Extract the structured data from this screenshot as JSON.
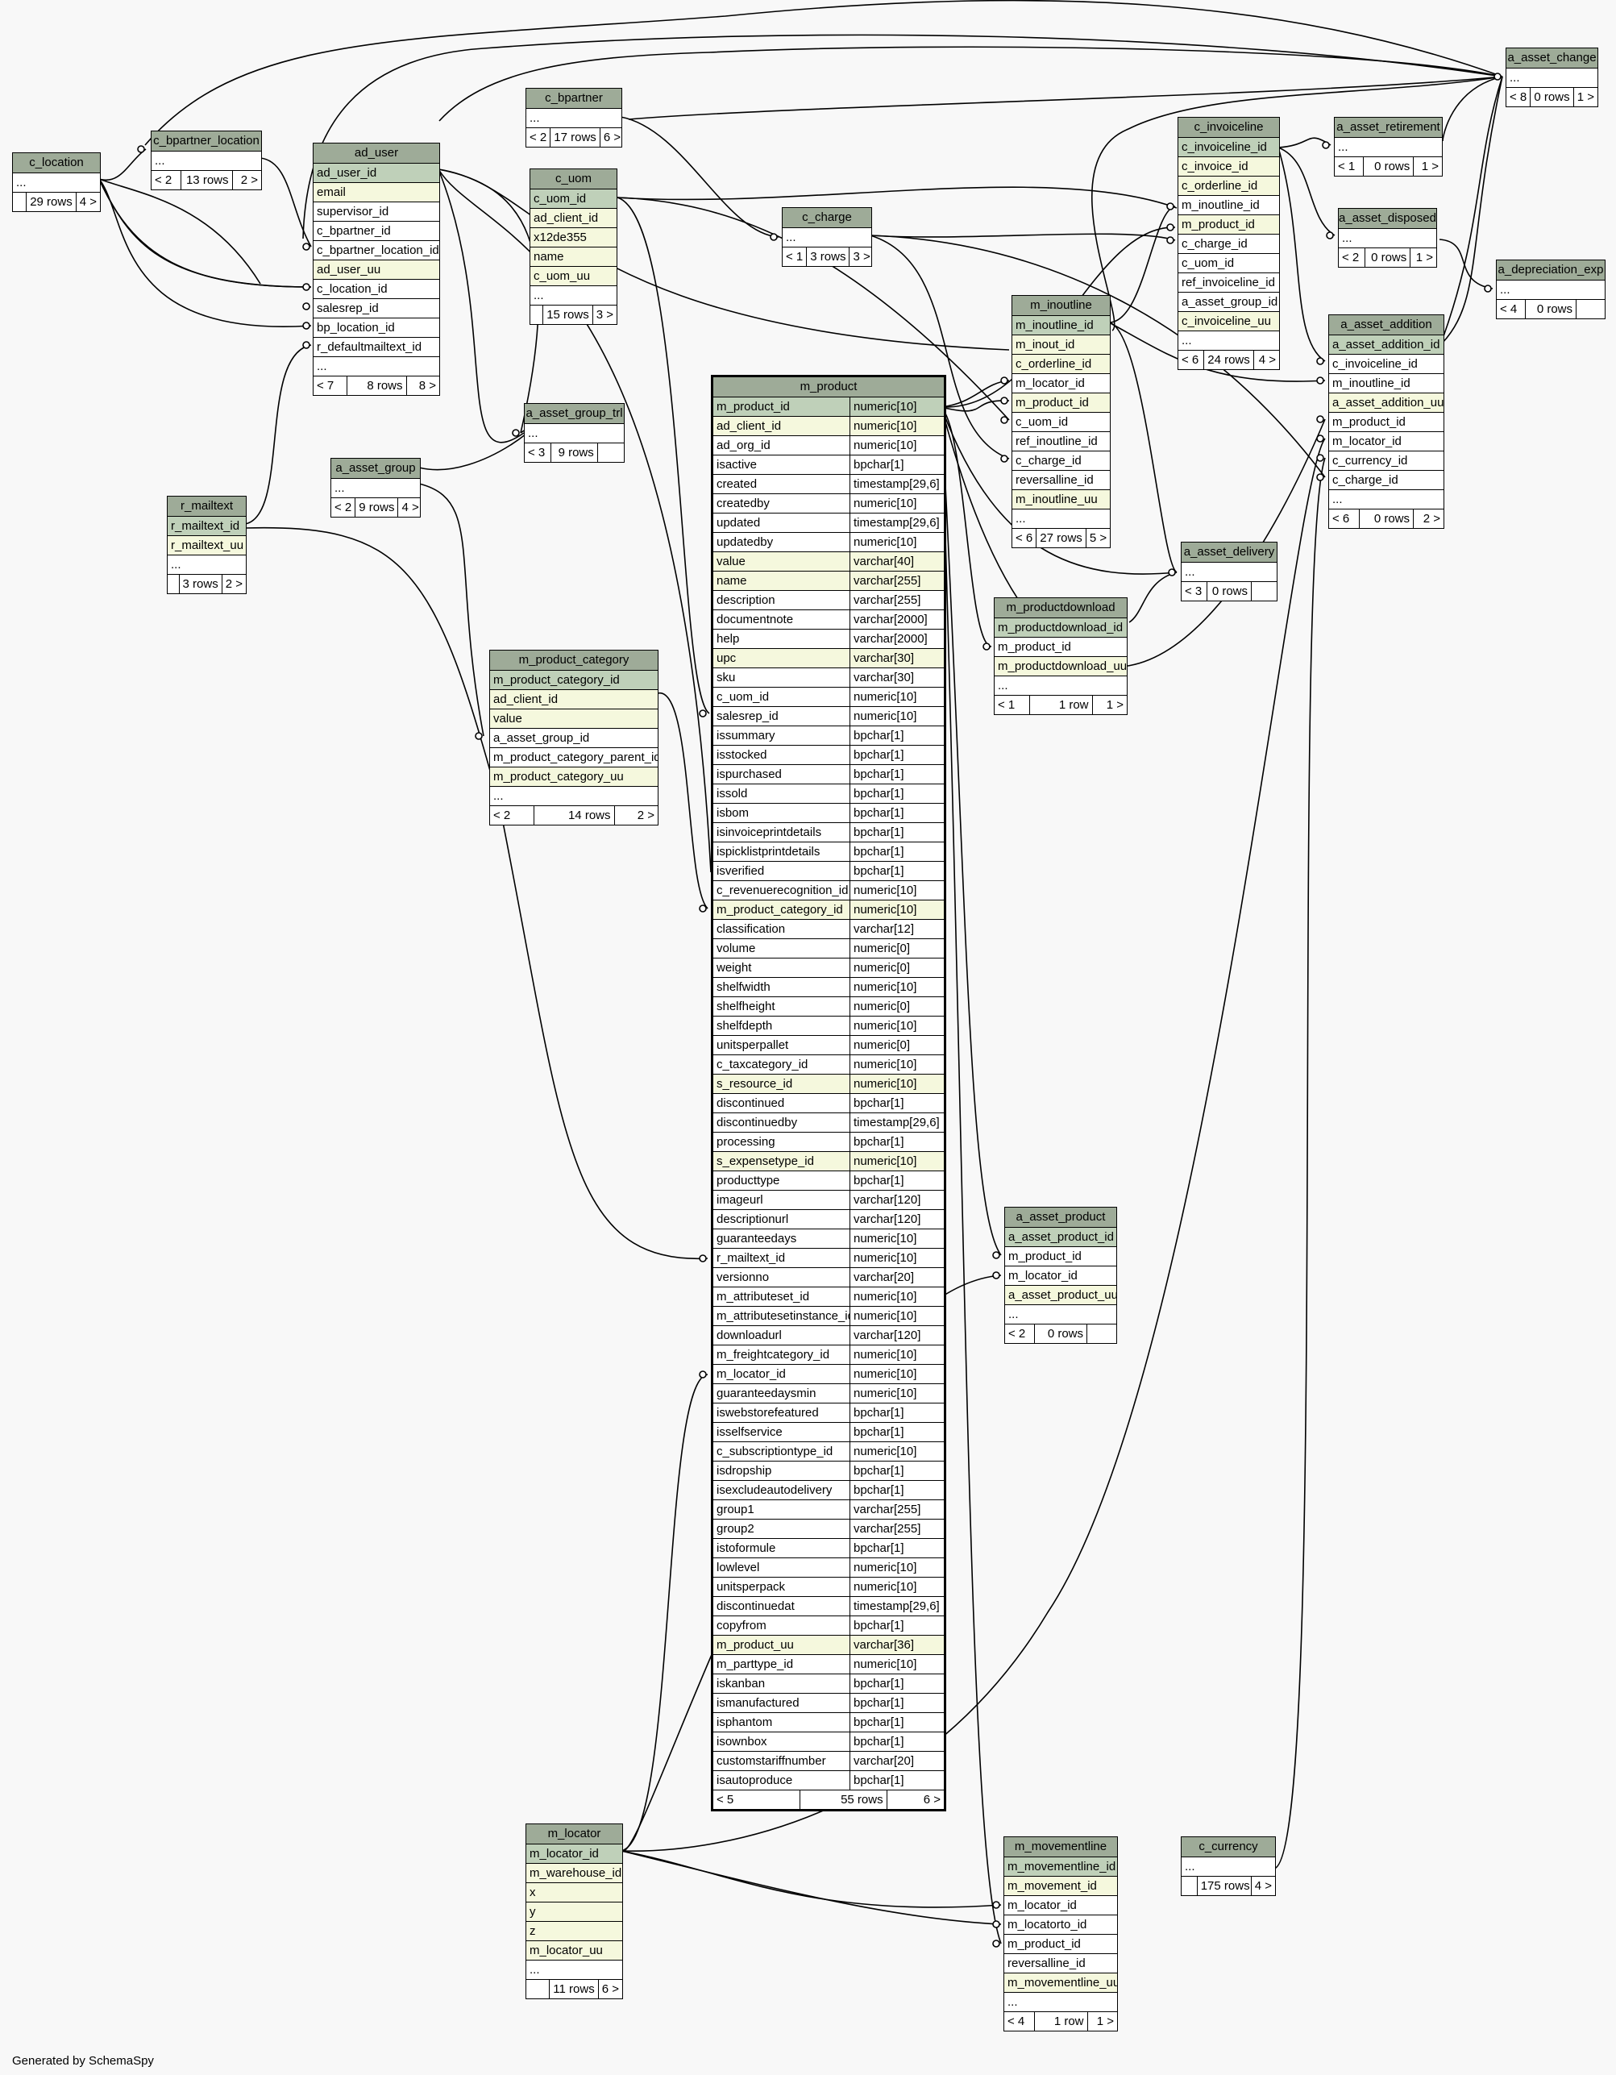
{
  "generator": "Generated by SchemaSpy",
  "tables": {
    "c_location": {
      "title": "c_location",
      "rows": [
        {
          "n": "...",
          "k": "plain"
        }
      ],
      "footer": [
        "",
        "29 rows",
        "4 >"
      ]
    },
    "c_bpartner_location": {
      "title": "c_bpartner_location",
      "rows": [
        {
          "n": "...",
          "k": "plain"
        }
      ],
      "footer": [
        "< 2",
        "13 rows",
        "2 >"
      ]
    },
    "ad_user": {
      "title": "ad_user",
      "rows": [
        {
          "n": "ad_user_id",
          "k": "pk"
        },
        {
          "n": "email",
          "k": "idx"
        },
        {
          "n": "supervisor_id",
          "k": "plain"
        },
        {
          "n": "c_bpartner_id",
          "k": "plain"
        },
        {
          "n": "c_bpartner_location_id",
          "k": "plain"
        },
        {
          "n": "ad_user_uu",
          "k": "idx"
        },
        {
          "n": "c_location_id",
          "k": "plain"
        },
        {
          "n": "salesrep_id",
          "k": "plain"
        },
        {
          "n": "bp_location_id",
          "k": "plain"
        },
        {
          "n": "r_defaultmailtext_id",
          "k": "plain"
        },
        {
          "n": "...",
          "k": "plain"
        }
      ],
      "footer": [
        "< 7",
        "8 rows",
        "8 >"
      ]
    },
    "c_bpartner": {
      "title": "c_bpartner",
      "rows": [
        {
          "n": "...",
          "k": "plain"
        }
      ],
      "footer": [
        "< 2",
        "17 rows",
        "6 >"
      ]
    },
    "c_uom": {
      "title": "c_uom",
      "rows": [
        {
          "n": "c_uom_id",
          "k": "pk"
        },
        {
          "n": "ad_client_id",
          "k": "idx"
        },
        {
          "n": "x12de355",
          "k": "idx"
        },
        {
          "n": "name",
          "k": "idx"
        },
        {
          "n": "c_uom_uu",
          "k": "idx"
        },
        {
          "n": "...",
          "k": "plain"
        }
      ],
      "footer": [
        "",
        "15 rows",
        "3 >"
      ]
    },
    "c_charge": {
      "title": "c_charge",
      "rows": [
        {
          "n": "...",
          "k": "plain"
        }
      ],
      "footer": [
        "< 1",
        "3 rows",
        "3 >"
      ]
    },
    "c_invoiceline": {
      "title": "c_invoiceline",
      "rows": [
        {
          "n": "c_invoiceline_id",
          "k": "pk"
        },
        {
          "n": "c_invoice_id",
          "k": "idx"
        },
        {
          "n": "c_orderline_id",
          "k": "idx"
        },
        {
          "n": "m_inoutline_id",
          "k": "plain"
        },
        {
          "n": "m_product_id",
          "k": "idx"
        },
        {
          "n": "c_charge_id",
          "k": "plain"
        },
        {
          "n": "c_uom_id",
          "k": "plain"
        },
        {
          "n": "ref_invoiceline_id",
          "k": "plain"
        },
        {
          "n": "a_asset_group_id",
          "k": "plain"
        },
        {
          "n": "c_invoiceline_uu",
          "k": "idx"
        },
        {
          "n": "...",
          "k": "plain"
        }
      ],
      "footer": [
        "< 6",
        "24 rows",
        "4 >"
      ]
    },
    "a_asset_change": {
      "title": "a_asset_change",
      "rows": [
        {
          "n": "...",
          "k": "plain"
        }
      ],
      "footer": [
        "< 8",
        "0 rows",
        "1 >"
      ]
    },
    "a_asset_retirement": {
      "title": "a_asset_retirement",
      "rows": [
        {
          "n": "...",
          "k": "plain"
        }
      ],
      "footer": [
        "< 1",
        "0 rows",
        "1 >"
      ]
    },
    "a_asset_disposed": {
      "title": "a_asset_disposed",
      "rows": [
        {
          "n": "...",
          "k": "plain"
        }
      ],
      "footer": [
        "< 2",
        "0 rows",
        "1 >"
      ]
    },
    "a_depreciation_exp": {
      "title": "a_depreciation_exp",
      "rows": [
        {
          "n": "...",
          "k": "plain"
        }
      ],
      "footer": [
        "< 4",
        "0 rows",
        ""
      ]
    },
    "a_asset_addition": {
      "title": "a_asset_addition",
      "rows": [
        {
          "n": "a_asset_addition_id",
          "k": "pk"
        },
        {
          "n": "c_invoiceline_id",
          "k": "plain"
        },
        {
          "n": "m_inoutline_id",
          "k": "plain"
        },
        {
          "n": "a_asset_addition_uu",
          "k": "idx"
        },
        {
          "n": "m_product_id",
          "k": "plain"
        },
        {
          "n": "m_locator_id",
          "k": "plain"
        },
        {
          "n": "c_currency_id",
          "k": "plain"
        },
        {
          "n": "c_charge_id",
          "k": "plain"
        },
        {
          "n": "...",
          "k": "plain"
        }
      ],
      "footer": [
        "< 6",
        "0 rows",
        "2 >"
      ]
    },
    "m_inoutline": {
      "title": "m_inoutline",
      "rows": [
        {
          "n": "m_inoutline_id",
          "k": "pk"
        },
        {
          "n": "m_inout_id",
          "k": "idx"
        },
        {
          "n": "c_orderline_id",
          "k": "idx"
        },
        {
          "n": "m_locator_id",
          "k": "plain"
        },
        {
          "n": "m_product_id",
          "k": "idx"
        },
        {
          "n": "c_uom_id",
          "k": "plain"
        },
        {
          "n": "ref_inoutline_id",
          "k": "plain"
        },
        {
          "n": "c_charge_id",
          "k": "plain"
        },
        {
          "n": "reversalline_id",
          "k": "plain"
        },
        {
          "n": "m_inoutline_uu",
          "k": "idx"
        },
        {
          "n": "...",
          "k": "plain"
        }
      ],
      "footer": [
        "< 6",
        "27 rows",
        "5 >"
      ]
    },
    "a_asset_group_trl": {
      "title": "a_asset_group_trl",
      "rows": [
        {
          "n": "...",
          "k": "plain"
        }
      ],
      "footer": [
        "< 3",
        "9 rows",
        ""
      ]
    },
    "a_asset_group": {
      "title": "a_asset_group",
      "rows": [
        {
          "n": "...",
          "k": "plain"
        }
      ],
      "footer": [
        "< 2",
        "9 rows",
        "4 >"
      ]
    },
    "r_mailtext": {
      "title": "r_mailtext",
      "rows": [
        {
          "n": "r_mailtext_id",
          "k": "pk"
        },
        {
          "n": "r_mailtext_uu",
          "k": "idx"
        },
        {
          "n": "...",
          "k": "plain"
        }
      ],
      "footer": [
        "",
        "3 rows",
        "2 >"
      ]
    },
    "m_product_category": {
      "title": "m_product_category",
      "rows": [
        {
          "n": "m_product_category_id",
          "k": "pk"
        },
        {
          "n": "ad_client_id",
          "k": "idx"
        },
        {
          "n": "value",
          "k": "idx"
        },
        {
          "n": "a_asset_group_id",
          "k": "plain"
        },
        {
          "n": "m_product_category_parent_id",
          "k": "plain"
        },
        {
          "n": "m_product_category_uu",
          "k": "idx"
        },
        {
          "n": "...",
          "k": "plain"
        }
      ],
      "footer": [
        "< 2",
        "14 rows",
        "2 >"
      ]
    },
    "a_asset_delivery": {
      "title": "a_asset_delivery",
      "rows": [
        {
          "n": "...",
          "k": "plain"
        }
      ],
      "footer": [
        "< 3",
        "0 rows",
        ""
      ]
    },
    "m_productdownload": {
      "title": "m_productdownload",
      "rows": [
        {
          "n": "m_productdownload_id",
          "k": "pk"
        },
        {
          "n": "m_product_id",
          "k": "plain"
        },
        {
          "n": "m_productdownload_uu",
          "k": "idx"
        },
        {
          "n": "...",
          "k": "plain"
        }
      ],
      "footer": [
        "< 1",
        "1 row",
        "1 >"
      ]
    },
    "a_asset_product": {
      "title": "a_asset_product",
      "rows": [
        {
          "n": "a_asset_product_id",
          "k": "pk"
        },
        {
          "n": "m_product_id",
          "k": "plain"
        },
        {
          "n": "m_locator_id",
          "k": "plain"
        },
        {
          "n": "a_asset_product_uu",
          "k": "idx"
        },
        {
          "n": "...",
          "k": "plain"
        }
      ],
      "footer": [
        "< 2",
        "0 rows",
        ""
      ]
    },
    "m_locator": {
      "title": "m_locator",
      "rows": [
        {
          "n": "m_locator_id",
          "k": "pk"
        },
        {
          "n": "m_warehouse_id",
          "k": "idx"
        },
        {
          "n": "x",
          "k": "idx"
        },
        {
          "n": "y",
          "k": "idx"
        },
        {
          "n": "z",
          "k": "idx"
        },
        {
          "n": "m_locator_uu",
          "k": "idx"
        },
        {
          "n": "...",
          "k": "plain"
        }
      ],
      "footer": [
        "",
        "11 rows",
        "6 >"
      ]
    },
    "m_movementline": {
      "title": "m_movementline",
      "rows": [
        {
          "n": "m_movementline_id",
          "k": "pk"
        },
        {
          "n": "m_movement_id",
          "k": "idx"
        },
        {
          "n": "m_locator_id",
          "k": "plain"
        },
        {
          "n": "m_locatorto_id",
          "k": "plain"
        },
        {
          "n": "m_product_id",
          "k": "plain"
        },
        {
          "n": "reversalline_id",
          "k": "plain"
        },
        {
          "n": "m_movementline_uu",
          "k": "idx"
        },
        {
          "n": "...",
          "k": "plain"
        }
      ],
      "footer": [
        "< 4",
        "1 row",
        "1 >"
      ]
    },
    "c_currency": {
      "title": "c_currency",
      "rows": [
        {
          "n": "...",
          "k": "plain"
        }
      ],
      "footer": [
        "",
        "175 rows",
        "4 >"
      ]
    },
    "m_product": {
      "title": "m_product",
      "rows": [
        {
          "n": "m_product_id",
          "t": "numeric[10]",
          "k": "pk"
        },
        {
          "n": "ad_client_id",
          "t": "numeric[10]",
          "k": "idx"
        },
        {
          "n": "ad_org_id",
          "t": "numeric[10]",
          "k": "plain"
        },
        {
          "n": "isactive",
          "t": "bpchar[1]",
          "k": "plain"
        },
        {
          "n": "created",
          "t": "timestamp[29,6]",
          "k": "plain"
        },
        {
          "n": "createdby",
          "t": "numeric[10]",
          "k": "plain"
        },
        {
          "n": "updated",
          "t": "timestamp[29,6]",
          "k": "plain"
        },
        {
          "n": "updatedby",
          "t": "numeric[10]",
          "k": "plain"
        },
        {
          "n": "value",
          "t": "varchar[40]",
          "k": "idx"
        },
        {
          "n": "name",
          "t": "varchar[255]",
          "k": "idx"
        },
        {
          "n": "description",
          "t": "varchar[255]",
          "k": "plain"
        },
        {
          "n": "documentnote",
          "t": "varchar[2000]",
          "k": "plain"
        },
        {
          "n": "help",
          "t": "varchar[2000]",
          "k": "plain"
        },
        {
          "n": "upc",
          "t": "varchar[30]",
          "k": "idx"
        },
        {
          "n": "sku",
          "t": "varchar[30]",
          "k": "plain"
        },
        {
          "n": "c_uom_id",
          "t": "numeric[10]",
          "k": "plain"
        },
        {
          "n": "salesrep_id",
          "t": "numeric[10]",
          "k": "plain"
        },
        {
          "n": "issummary",
          "t": "bpchar[1]",
          "k": "plain"
        },
        {
          "n": "isstocked",
          "t": "bpchar[1]",
          "k": "plain"
        },
        {
          "n": "ispurchased",
          "t": "bpchar[1]",
          "k": "plain"
        },
        {
          "n": "issold",
          "t": "bpchar[1]",
          "k": "plain"
        },
        {
          "n": "isbom",
          "t": "bpchar[1]",
          "k": "plain"
        },
        {
          "n": "isinvoiceprintdetails",
          "t": "bpchar[1]",
          "k": "plain"
        },
        {
          "n": "ispicklistprintdetails",
          "t": "bpchar[1]",
          "k": "plain"
        },
        {
          "n": "isverified",
          "t": "bpchar[1]",
          "k": "plain"
        },
        {
          "n": "c_revenuerecognition_id",
          "t": "numeric[10]",
          "k": "plain"
        },
        {
          "n": "m_product_category_id",
          "t": "numeric[10]",
          "k": "idx"
        },
        {
          "n": "classification",
          "t": "varchar[12]",
          "k": "plain"
        },
        {
          "n": "volume",
          "t": "numeric[0]",
          "k": "plain"
        },
        {
          "n": "weight",
          "t": "numeric[0]",
          "k": "plain"
        },
        {
          "n": "shelfwidth",
          "t": "numeric[10]",
          "k": "plain"
        },
        {
          "n": "shelfheight",
          "t": "numeric[0]",
          "k": "plain"
        },
        {
          "n": "shelfdepth",
          "t": "numeric[10]",
          "k": "plain"
        },
        {
          "n": "unitsperpallet",
          "t": "numeric[0]",
          "k": "plain"
        },
        {
          "n": "c_taxcategory_id",
          "t": "numeric[10]",
          "k": "plain"
        },
        {
          "n": "s_resource_id",
          "t": "numeric[10]",
          "k": "idx"
        },
        {
          "n": "discontinued",
          "t": "bpchar[1]",
          "k": "plain"
        },
        {
          "n": "discontinuedby",
          "t": "timestamp[29,6]",
          "k": "plain"
        },
        {
          "n": "processing",
          "t": "bpchar[1]",
          "k": "plain"
        },
        {
          "n": "s_expensetype_id",
          "t": "numeric[10]",
          "k": "idx"
        },
        {
          "n": "producttype",
          "t": "bpchar[1]",
          "k": "plain"
        },
        {
          "n": "imageurl",
          "t": "varchar[120]",
          "k": "plain"
        },
        {
          "n": "descriptionurl",
          "t": "varchar[120]",
          "k": "plain"
        },
        {
          "n": "guaranteedays",
          "t": "numeric[10]",
          "k": "plain"
        },
        {
          "n": "r_mailtext_id",
          "t": "numeric[10]",
          "k": "plain"
        },
        {
          "n": "versionno",
          "t": "varchar[20]",
          "k": "plain"
        },
        {
          "n": "m_attributeset_id",
          "t": "numeric[10]",
          "k": "plain"
        },
        {
          "n": "m_attributesetinstance_id",
          "t": "numeric[10]",
          "k": "plain"
        },
        {
          "n": "downloadurl",
          "t": "varchar[120]",
          "k": "plain"
        },
        {
          "n": "m_freightcategory_id",
          "t": "numeric[10]",
          "k": "plain"
        },
        {
          "n": "m_locator_id",
          "t": "numeric[10]",
          "k": "plain"
        },
        {
          "n": "guaranteedaysmin",
          "t": "numeric[10]",
          "k": "plain"
        },
        {
          "n": "iswebstorefeatured",
          "t": "bpchar[1]",
          "k": "plain"
        },
        {
          "n": "isselfservice",
          "t": "bpchar[1]",
          "k": "plain"
        },
        {
          "n": "c_subscriptiontype_id",
          "t": "numeric[10]",
          "k": "plain"
        },
        {
          "n": "isdropship",
          "t": "bpchar[1]",
          "k": "plain"
        },
        {
          "n": "isexcludeautodelivery",
          "t": "bpchar[1]",
          "k": "plain"
        },
        {
          "n": "group1",
          "t": "varchar[255]",
          "k": "plain"
        },
        {
          "n": "group2",
          "t": "varchar[255]",
          "k": "plain"
        },
        {
          "n": "istoformule",
          "t": "bpchar[1]",
          "k": "plain"
        },
        {
          "n": "lowlevel",
          "t": "numeric[10]",
          "k": "plain"
        },
        {
          "n": "unitsperpack",
          "t": "numeric[10]",
          "k": "plain"
        },
        {
          "n": "discontinuedat",
          "t": "timestamp[29,6]",
          "k": "plain"
        },
        {
          "n": "copyfrom",
          "t": "bpchar[1]",
          "k": "plain"
        },
        {
          "n": "m_product_uu",
          "t": "varchar[36]",
          "k": "idx"
        },
        {
          "n": "m_parttype_id",
          "t": "numeric[10]",
          "k": "plain"
        },
        {
          "n": "iskanban",
          "t": "bpchar[1]",
          "k": "plain"
        },
        {
          "n": "ismanufactured",
          "t": "bpchar[1]",
          "k": "plain"
        },
        {
          "n": "isphantom",
          "t": "bpchar[1]",
          "k": "plain"
        },
        {
          "n": "isownbox",
          "t": "bpchar[1]",
          "k": "plain"
        },
        {
          "n": "customstariffnumber",
          "t": "varchar[20]",
          "k": "plain"
        },
        {
          "n": "isautoproduce",
          "t": "bpchar[1]",
          "k": "plain"
        }
      ],
      "footer": [
        "< 5",
        "55 rows",
        "6 >"
      ]
    }
  }
}
